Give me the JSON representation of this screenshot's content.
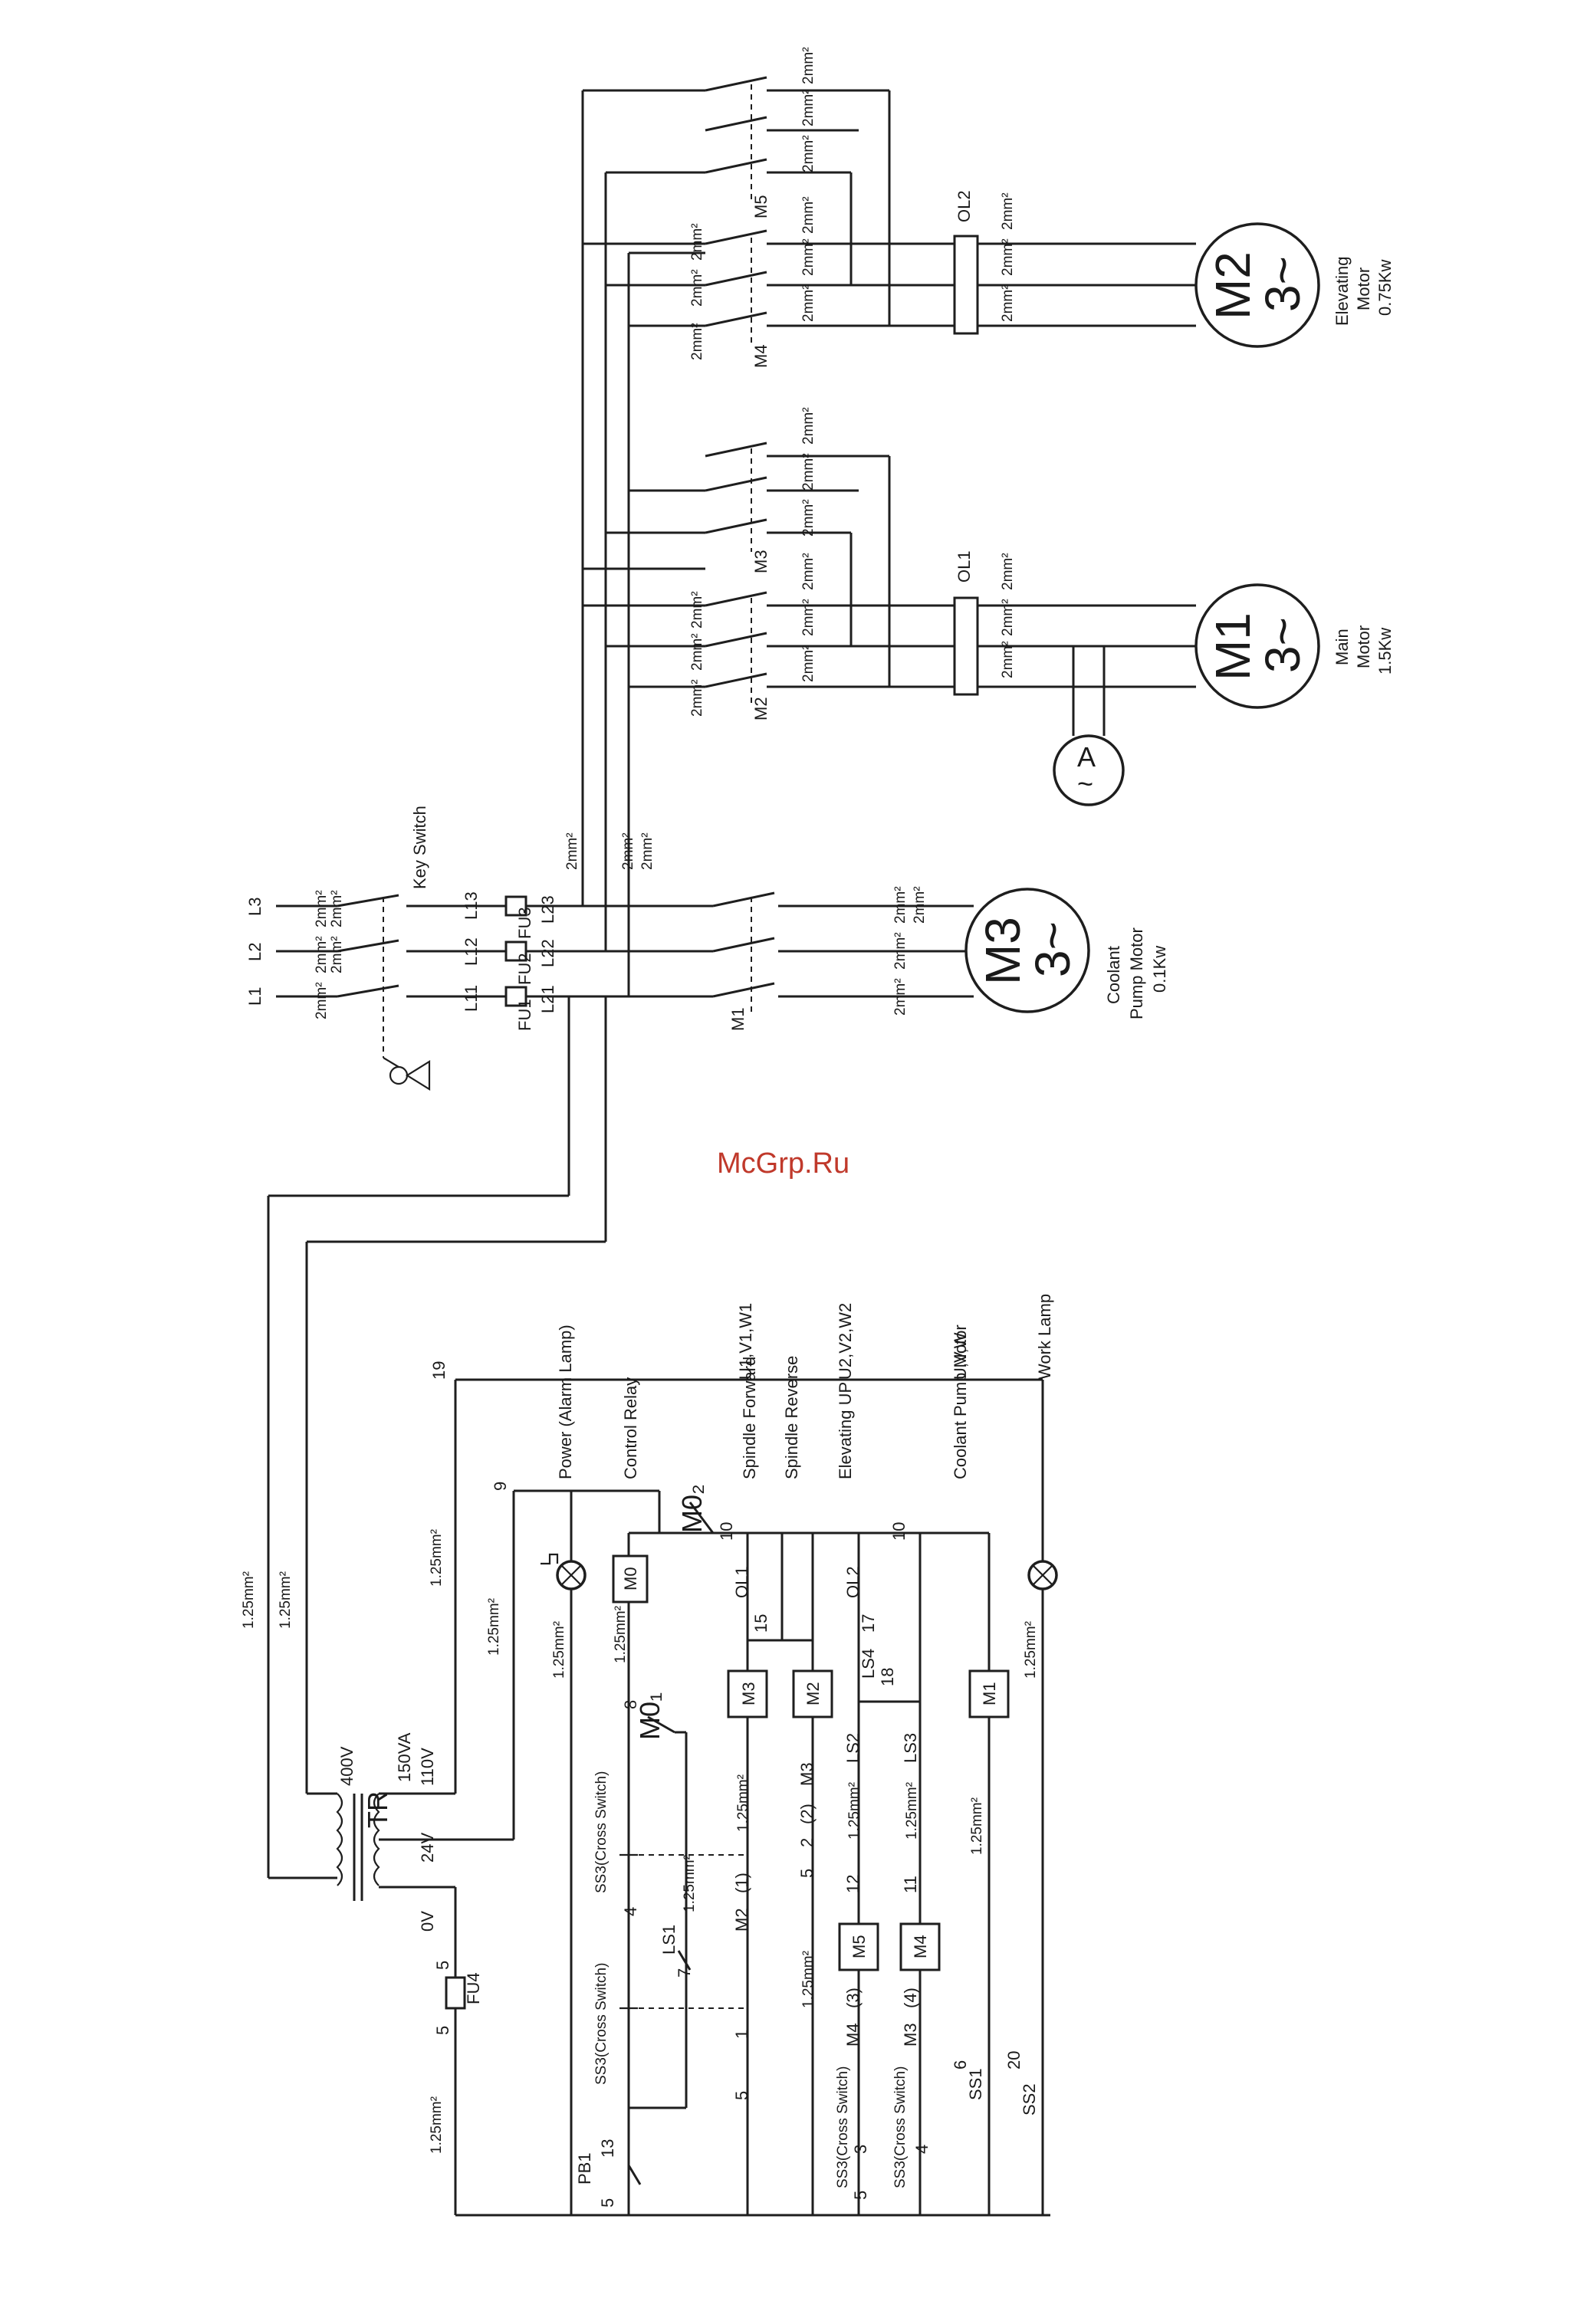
{
  "watermark": "McGrp.Ru",
  "mains": {
    "phases": [
      "L1",
      "L2",
      "L3"
    ],
    "key_switch": "Key Switch",
    "after_switch": [
      "L11",
      "L12",
      "L13"
    ],
    "fuses": [
      "FU1",
      "FU2",
      "FU3"
    ],
    "after_fuses": [
      "L21",
      "L22",
      "L23"
    ]
  },
  "wire": {
    "w2": "2mm²",
    "w125": "1.25mm²"
  },
  "contactors": {
    "m1": "M1",
    "m2": "M2",
    "m3": "M3",
    "m4": "M4",
    "m5": "M5"
  },
  "overloads": {
    "ol1": "OL1",
    "ol2": "OL2"
  },
  "motors": [
    {
      "id": "M3",
      "phase": "3~",
      "name1": "Coolant",
      "name2": "Pump Motor",
      "power": "0.1Kw"
    },
    {
      "id": "M1",
      "phase": "3~",
      "name1": "Main",
      "name2": "Motor",
      "power": "1.5Kw"
    },
    {
      "id": "M2",
      "phase": "3~",
      "name1": "Elevating",
      "name2": "Motor",
      "power": "0.75Kw"
    }
  ],
  "ammeter": {
    "label": "A",
    "symbol": "~"
  },
  "transformer": {
    "name": "TR",
    "primary": "400V",
    "rating": "150VA",
    "sec1": "110V",
    "sec2": "24V",
    "zero": "0V"
  },
  "control": {
    "fu4": "FU4",
    "pb1": "PB1",
    "ss3_a": "SS3(Cross Switch)",
    "ss3_b": "SS3(Cross Switch)",
    "ss3_c": "SS3(Cross Switch)",
    "ss3_d": "SS3(Cross Switch)",
    "ls1": "LS1",
    "ls2": "LS2",
    "ls3": "LS3",
    "ls4": "LS4",
    "ss1": "SS1",
    "ss2": "SS2",
    "m0": "M0",
    "m0_1": "M0₁",
    "m0_2": "M0₂",
    "m2_1": "M2",
    "m2_1n": "(1)",
    "m3_2": "M3",
    "m3_2n": "(2)",
    "m4_3": "M4",
    "m4_3n": "(3)",
    "m3_4": "M3",
    "m3_4n": "(4)",
    "coils": {
      "m3": "M3",
      "m2": "M2",
      "m5": "M5",
      "m4": "M4",
      "m1": "M1"
    }
  },
  "nodes": {
    "n1": "1",
    "n2": "2",
    "n3": "3",
    "n4": "4",
    "n5": "5",
    "n6": "6",
    "n7": "7",
    "n8": "8",
    "n9": "9",
    "n10": "10",
    "n11": "11",
    "n12": "12",
    "n13": "13",
    "n15": "15",
    "n17": "17",
    "n18": "18",
    "n19": "19",
    "n20": "20"
  },
  "loads": {
    "power_lamp": "Power (Alarm Lamp)",
    "control_relay": "Control Relay",
    "spindle_fwd": "Spindle Forward",
    "spindle_rev": "Spindle Reverse",
    "elev_up": "Elevating UP",
    "coolant": "Coolant Pump Motor",
    "work_lamp": "Work Lamp"
  },
  "terminals": {
    "t1": "U1,V1,W1",
    "t2": "U2,V2,W2",
    "t3": "U,V,W"
  }
}
